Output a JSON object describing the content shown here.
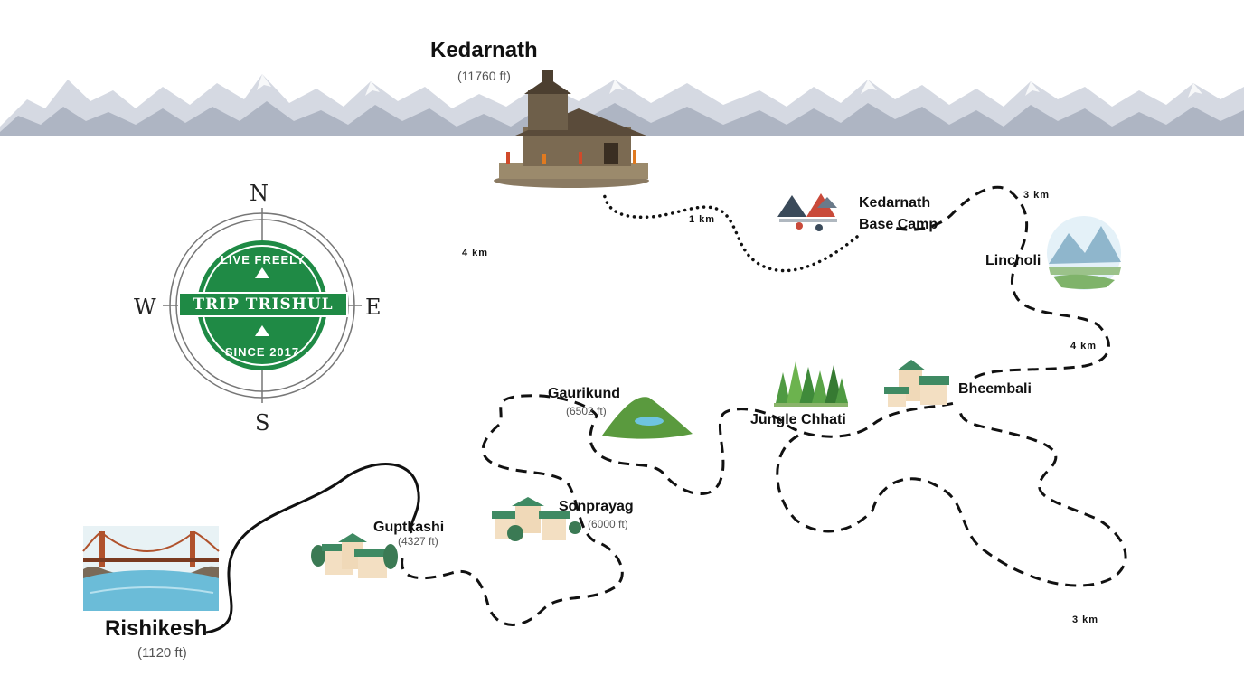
{
  "colors": {
    "path": "#111111",
    "brand_green": "#1f8a45",
    "mountain": "#c9ced8",
    "water": "#7fc5e0"
  },
  "compass": {
    "n": "N",
    "s": "S",
    "e": "E",
    "w": "W",
    "badge": {
      "top_text": "LIVE FREELY",
      "name": "TRIP TRISHUL",
      "bottom_text": "SINCE 2017"
    }
  },
  "places": {
    "kedarnath": {
      "name": "Kedarnath",
      "altitude": "(11760 ft)"
    },
    "base_camp": {
      "name_line1": "Kedarnath",
      "name_line2": "Base Camp"
    },
    "lincholi": {
      "name": "Lincholi"
    },
    "bheembali": {
      "name": "Bheembali"
    },
    "jungle_chhati": {
      "name": "Jungle Chhati"
    },
    "gaurikund": {
      "name": "Gaurikund",
      "altitude": "(6502 ft)"
    },
    "sonprayag": {
      "name": "Sonprayag",
      "altitude": "(6000 ft)"
    },
    "guptkashi": {
      "name": "Guptkashi",
      "altitude": "(4327 ft)"
    },
    "rishikesh": {
      "name": "Rishikesh",
      "altitude": "(1120 ft)"
    }
  },
  "distances": {
    "kedarnath_to_basecamp": "1 km",
    "basecamp_to_lincholi": "3 km",
    "lincholi_to_bheembali": "4 km",
    "bheembali_to_jungle_chhati": "3 km",
    "gaurikund_leg": "4 km"
  },
  "icons": [
    "mountain-range-icon",
    "temple-icon",
    "tents-icon",
    "valley-icon",
    "houses-icon",
    "forest-icon",
    "lake-hill-icon",
    "bridge-icon",
    "compass-icon",
    "trip-trishul-logo"
  ]
}
